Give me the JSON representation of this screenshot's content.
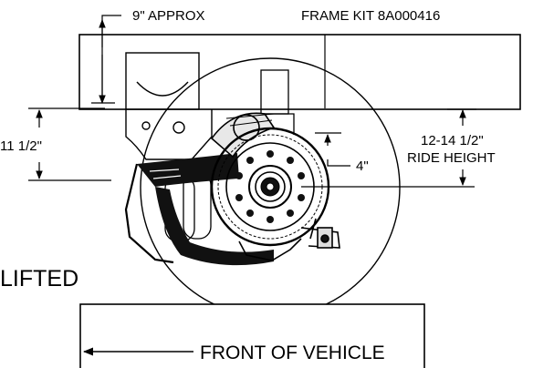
{
  "labels": {
    "approx": "9\" APPROX",
    "frame_kit": "FRAME KIT 8A000416",
    "left_dim": "11 1/2\"",
    "ride_height_line1": "12-14 1/2\"",
    "ride_height_line2": "RIDE HEIGHT",
    "axle_drop": "4\"",
    "lifted": "LIFTED",
    "front_of_vehicle": "FRONT OF VEHICLE"
  },
  "colors": {
    "line": "#000000",
    "background": "#ffffff"
  }
}
